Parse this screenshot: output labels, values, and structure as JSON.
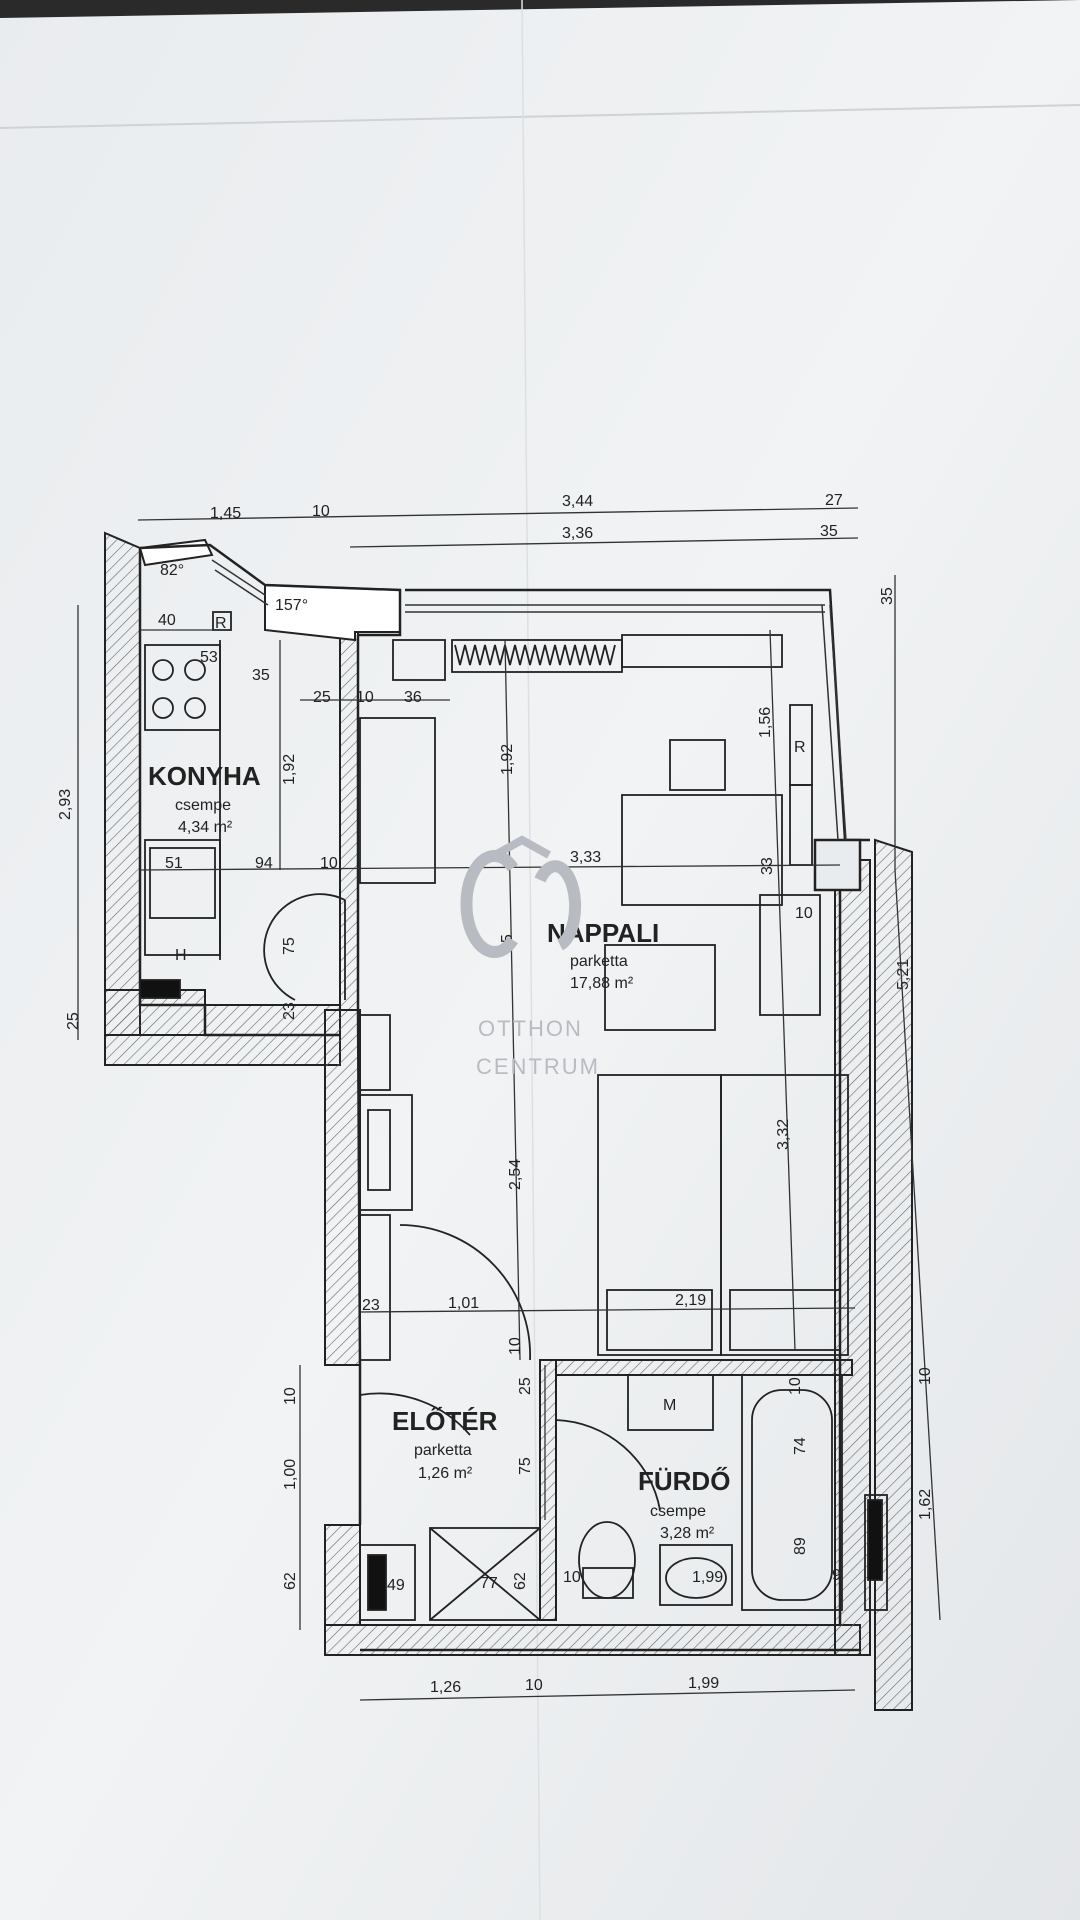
{
  "rooms": {
    "konyha": {
      "name": "KONYHA",
      "floor": "csempe",
      "area": "4,34 m²"
    },
    "nappali": {
      "name": "NAPPALI",
      "floor": "parketta",
      "area": "17,88 m²"
    },
    "eloter": {
      "name": "ELŐTÉR",
      "floor": "parketta",
      "area": "1,26 m²"
    },
    "furdo": {
      "name": "FÜRDŐ",
      "floor": "csempe",
      "area": "3,28 m²"
    }
  },
  "watermark": {
    "line1": "OTTHON",
    "line2": "CENTRUM"
  },
  "symbols": {
    "fridge": "R",
    "fridge2": "R",
    "washer": "M",
    "stove": "H"
  },
  "dims": {
    "top_1": "1,45",
    "top_2": "10",
    "top_3": "3,44",
    "top_4": "27",
    "top2_1": "3,36",
    "top2_2": "35",
    "angle_1": "82°",
    "angle_2": "157°",
    "k_40": "40",
    "k_53": "53",
    "k_35": "35",
    "k_25": "25",
    "k_10": "10",
    "k_36": "36",
    "k_192": "1,92",
    "k_51": "51",
    "k_94": "94",
    "k_10b": "10",
    "k_75": "75",
    "k_23": "23",
    "left_293": "2,93",
    "left_25": "25",
    "n_192": "1,92",
    "n_333": "3,33",
    "n_75": "75",
    "n_254": "2,54",
    "n_156": "1,56",
    "n_33": "33",
    "n_10": "10",
    "n_332": "3,32",
    "n_23": "23",
    "n_101": "1,01",
    "n_219": "2,19",
    "n_10b": "10",
    "right_35": "35",
    "right_521": "5,21",
    "right_10": "10",
    "right_162": "1,62",
    "e_10": "10",
    "e_100": "1,00",
    "e_62": "62",
    "e_25": "25",
    "e_75": "75",
    "e_49": "49",
    "e_77": "77",
    "e_62b": "62",
    "f_10": "10",
    "f_74": "74",
    "f_89": "89",
    "f_10b": "10",
    "f_199": "1,99",
    "f_9": "9",
    "bot_126": "1,26",
    "bot_10": "10",
    "bot_199": "1,99"
  }
}
